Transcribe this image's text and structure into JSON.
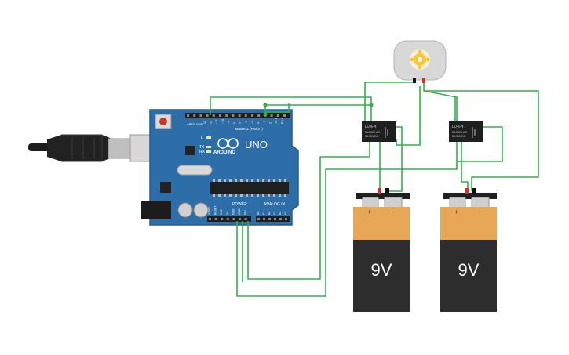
{
  "arduino": {
    "brand": "ARDUINO",
    "model": "UNO",
    "digital_label": "DIGITAL (PWM~)",
    "power_label": "POWER",
    "analog_label": "ANALOG IN",
    "tx_label": "TX",
    "rx_label": "RX",
    "l_label": "L",
    "on_label": "ON",
    "aref_label": "AREF",
    "gnd_label": "GND",
    "digital_pins": [
      "13",
      "12",
      "~11",
      "~10",
      "~9",
      "8",
      "7",
      "~6",
      "~5",
      "4",
      "~3",
      "2",
      "TX 1",
      "RX 0"
    ],
    "power_pins": [
      "IOREF",
      "RESET",
      "3.3V",
      "5V",
      "GND",
      "GND",
      "VIN"
    ],
    "analog_pins": [
      "A0",
      "A1",
      "A2",
      "A3",
      "A4",
      "A5"
    ]
  },
  "relays": [
    {
      "label": "LU-5-R",
      "spec1": "5A 250V AC",
      "spec2": "5A 30V DC"
    },
    {
      "label": "LU-5-R",
      "spec1": "5A 250V AC",
      "spec2": "5A 30V DC"
    }
  ],
  "batteries": [
    {
      "label": "9V",
      "plus": "+",
      "minus": "−"
    },
    {
      "label": "9V",
      "plus": "+",
      "minus": "−"
    }
  ],
  "colors": {
    "wire": "#2fb24a",
    "board": "#2e6ea8",
    "battery_top": "#e8a657",
    "battery_body": "#2d2d2d",
    "motor": "#d8d8d8",
    "motor_gear": "#f5c93a"
  }
}
